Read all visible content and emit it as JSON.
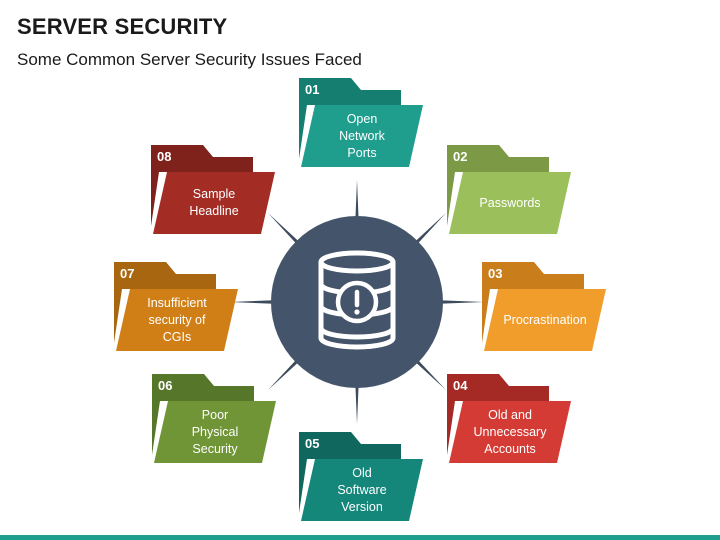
{
  "title": "SERVER SECURITY",
  "subtitle": "Some Common Server Security Issues Faced",
  "hub": {
    "icon": "database-warning-icon",
    "fill": "#44546a",
    "spoke_color": "#3d4b5c"
  },
  "items": [
    {
      "number": "01",
      "label": "Open\nNetwork\nPorts",
      "color": "#1f9e8e",
      "tab_color": "#157e71"
    },
    {
      "number": "02",
      "label": "Passwords",
      "color": "#9bbf5b",
      "tab_color": "#7c9a46"
    },
    {
      "number": "03",
      "label": "Procrastination",
      "color": "#f19d2b",
      "tab_color": "#c97e1b"
    },
    {
      "number": "04",
      "label": "Old and\nUnnecessary\nAccounts",
      "color": "#d33b34",
      "tab_color": "#a52a25"
    },
    {
      "number": "05",
      "label": "Old\nSoftware\nVersion",
      "color": "#14877a",
      "tab_color": "#0f675e"
    },
    {
      "number": "06",
      "label": "Poor\nPhysical\nSecurity",
      "color": "#6f9536",
      "tab_color": "#56762a"
    },
    {
      "number": "07",
      "label": "Insufficient\nsecurity of\nCGIs",
      "color": "#d07f16",
      "tab_color": "#a86610"
    },
    {
      "number": "08",
      "label": "Sample\nHeadline",
      "color": "#a32d25",
      "tab_color": "#80221c"
    }
  ]
}
